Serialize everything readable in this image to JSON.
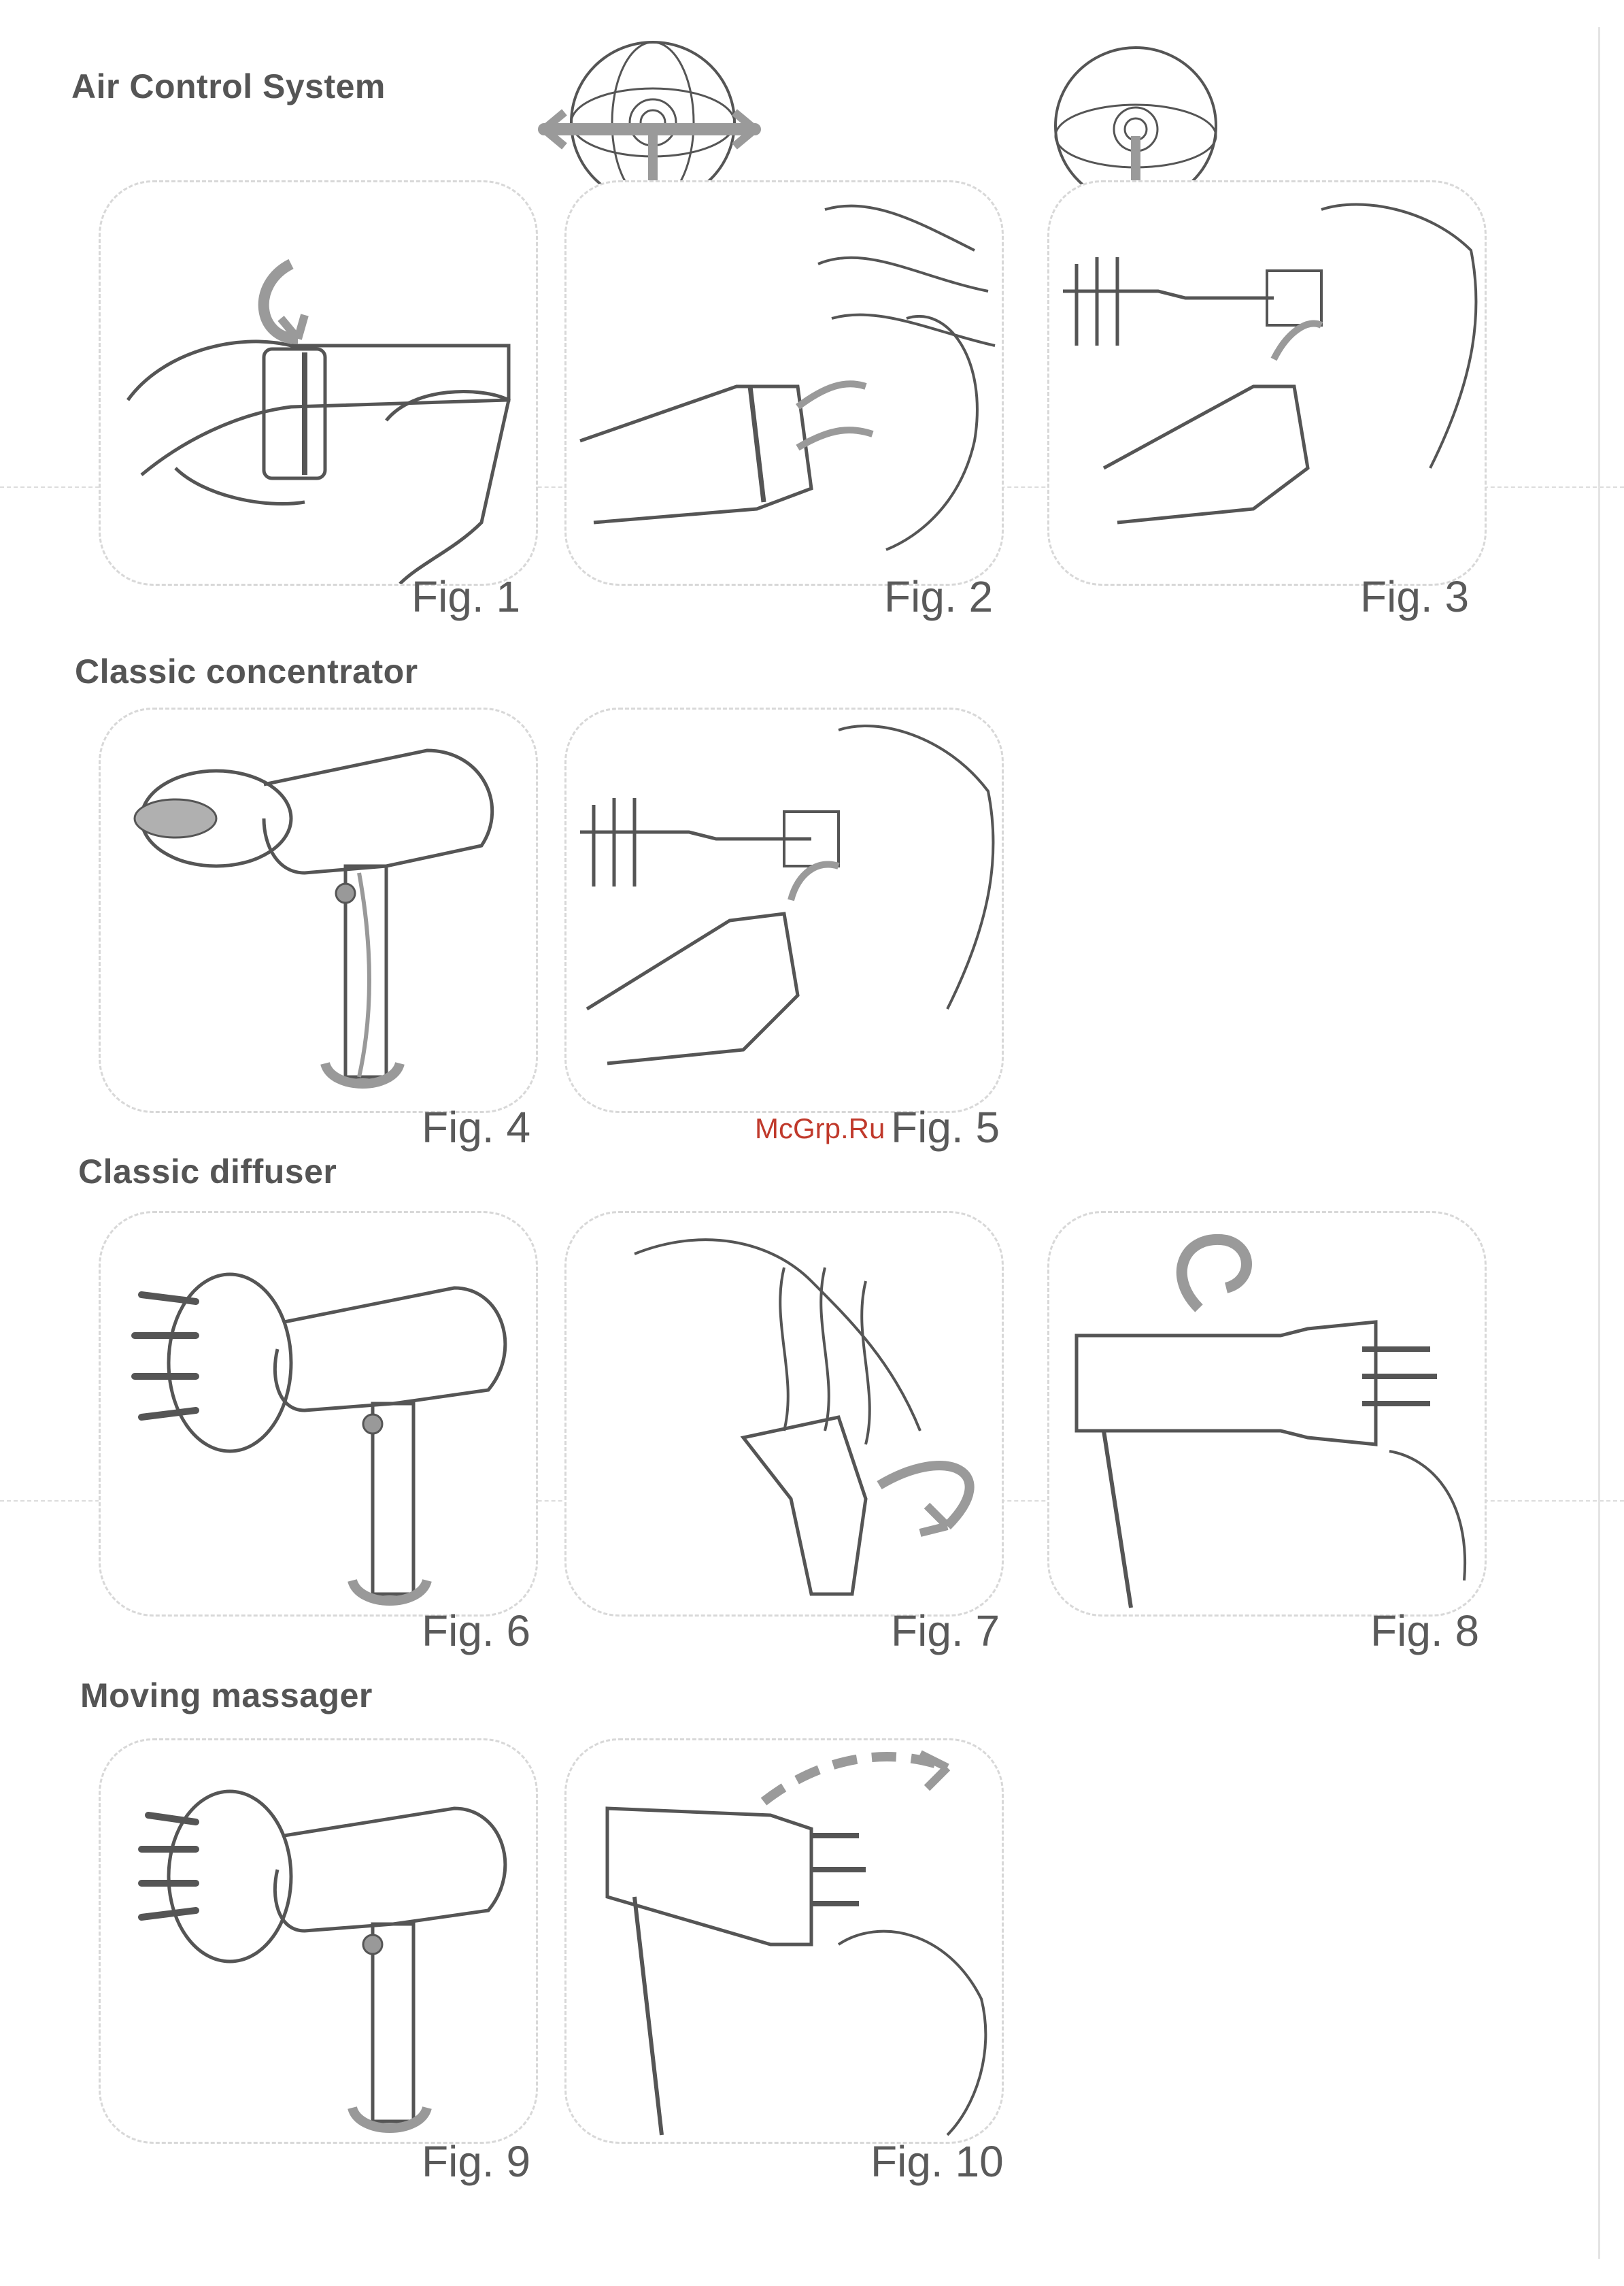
{
  "sections": {
    "air_control": "Air Control System",
    "concentrator": "Classic concentrator",
    "diffuser": "Classic diffuser",
    "massager": "Moving massager"
  },
  "figures": {
    "f1": "Fig. 1",
    "f2": "Fig. 2",
    "f3": "Fig. 3",
    "f4": "Fig. 4",
    "f5": "Fig. 5",
    "f6": "Fig. 6",
    "f7": "Fig. 7",
    "f8": "Fig. 8",
    "f9": "Fig. 9",
    "f10": "Fig. 10"
  },
  "watermark": "McGrp.Ru",
  "colors": {
    "line": "#555555",
    "arrow": "#9a9a9a",
    "watermark": "#c0392b"
  }
}
